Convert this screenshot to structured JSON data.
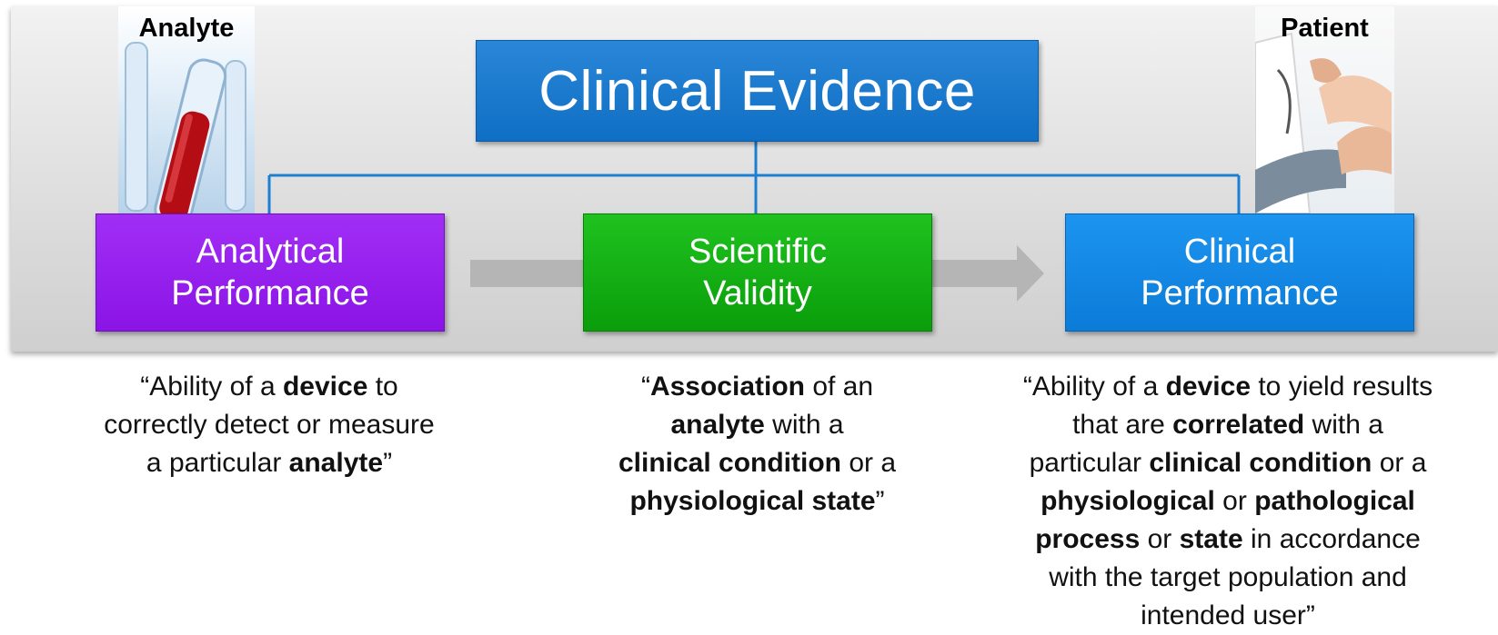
{
  "diagram": {
    "top_box": {
      "label": "Clinical Evidence",
      "color": "#1274cc"
    },
    "photos": {
      "analyte": {
        "caption": "Analyte",
        "icon": "test-tube-blood-icon"
      },
      "patient": {
        "caption": "Patient",
        "icon": "doctor-checking-pulse-icon"
      }
    },
    "boxes": [
      {
        "label": "Analytical\nPerformance",
        "color": "#9620f0"
      },
      {
        "label": "Scientific\nValidity",
        "color": "#13b013"
      },
      {
        "label": "Clinical\nPerformance",
        "color": "#1387e6"
      }
    ],
    "arrows": {
      "color": "#b5b5b5"
    }
  },
  "descriptions": [
    {
      "lines": [
        [
          {
            "t": "“Ability of a "
          },
          {
            "t": "device",
            "b": true
          },
          {
            "t": " to"
          }
        ],
        [
          {
            "t": "correctly detect or measure"
          }
        ],
        [
          {
            "t": "a particular "
          },
          {
            "t": "analyte",
            "b": true
          },
          {
            "t": "”"
          }
        ]
      ]
    },
    {
      "lines": [
        [
          {
            "t": "“"
          },
          {
            "t": "Association",
            "b": true
          },
          {
            "t": " of an"
          }
        ],
        [
          {
            "t": "analyte",
            "b": true
          },
          {
            "t": " with a"
          }
        ],
        [
          {
            "t": "clinical condition",
            "b": true
          },
          {
            "t": " or a"
          }
        ],
        [
          {
            "t": "physiological state",
            "b": true
          },
          {
            "t": "”"
          }
        ]
      ]
    },
    {
      "lines": [
        [
          {
            "t": "“Ability of a "
          },
          {
            "t": "device",
            "b": true
          },
          {
            "t": " to yield results"
          }
        ],
        [
          {
            "t": "that are "
          },
          {
            "t": "correlated",
            "b": true
          },
          {
            "t": " with a"
          }
        ],
        [
          {
            "t": "particular "
          },
          {
            "t": "clinical condition",
            "b": true
          },
          {
            "t": " or a"
          }
        ],
        [
          {
            "t": "physiological",
            "b": true
          },
          {
            "t": " or "
          },
          {
            "t": "pathological",
            "b": true
          }
        ],
        [
          {
            "t": "process",
            "b": true
          },
          {
            "t": " or "
          },
          {
            "t": "state",
            "b": true
          },
          {
            "t": " in accordance"
          }
        ],
        [
          {
            "t": "with the target population and"
          }
        ],
        [
          {
            "t": "intended user”"
          }
        ]
      ]
    }
  ]
}
